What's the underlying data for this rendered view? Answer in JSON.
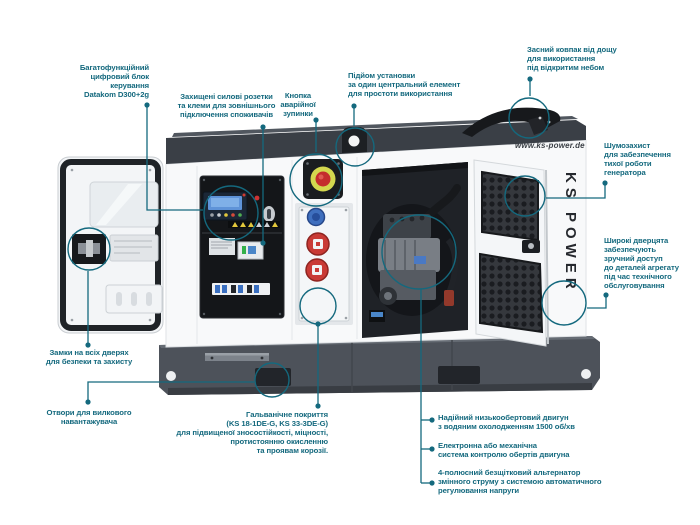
{
  "accent_color": "#14697e",
  "brand": {
    "website": "www.ks-power.de",
    "side_label": "KS POWER"
  },
  "annotations": {
    "control_unit": {
      "text": "Багатофункційний\nцифровий блок\nкерування\nDatakom D300+2g"
    },
    "power_outlets": {
      "text": "Захищені силові розетки\nта клеми для зовнішнього\nпідключення споживачів"
    },
    "emergency_stop": {
      "text": "Кнопка\nаварійної\nзупинки"
    },
    "lifting": {
      "text": "Підйом установки\nза один центральний елемент\nдля простоти використання"
    },
    "rain_cap": {
      "text": "Засний ковпак від дощу\nдля використання\nпід відкритим небом"
    },
    "noise_protection": {
      "text": "Шумозахист\nдля забезпечення\nтихої роботи\nгенератора"
    },
    "wide_doors": {
      "text": "Широкі дверцята\nзабезпечують\nзручний доступ\nдо деталей агрегату\nпід час технічного\nобслуговування"
    },
    "locks": {
      "text": "Замки на всіх дверях\nдля безпеки та захисту"
    },
    "forklift": {
      "text": "Отвори для вилкового\nнавантажувача"
    },
    "coating": {
      "text": "Гальванічне покриття\n(KS 18-1DE-G, KS 33-3DE-G)\nдля підвищеної зносостійкості, міцності,\nпротистоянню окисленню\nта проявам корозії."
    },
    "engine": {
      "text": "Надійний низькообертовий двигун\nз водяним охолодженням 1500 об/хв"
    },
    "governor": {
      "text": "Електронна або механічна\nсистема контролю обертів двигуна"
    },
    "alternator": {
      "text": "4-полюсний безщітковий альтернатор\nзмінного струму з системою автоматичного\nрегулювання напруги"
    }
  }
}
